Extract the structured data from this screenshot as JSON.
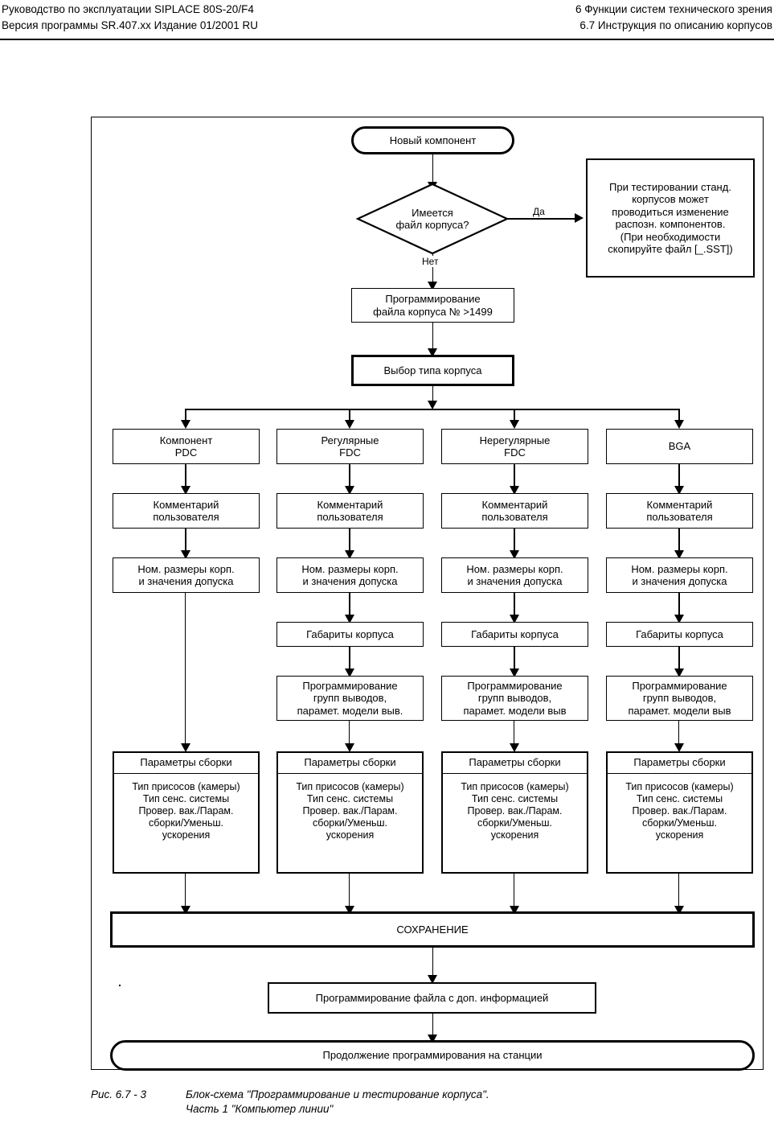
{
  "header": {
    "left_line1": "Руководство по эксплуатации SIPLACE 80S-20/F4",
    "left_line2": "Версия программы SR.407.xx  Издание 01/2001 RU",
    "right_line1": "6 Функции систем технического зрения",
    "right_line2": "6.7 Инструкция по описанию корпусов"
  },
  "flowchart": {
    "start": {
      "label": "Новый компонент"
    },
    "decision": {
      "line1": "Имеется",
      "line2": "файл корпуса?",
      "yes_label": "Да",
      "no_label": "Нет"
    },
    "note": {
      "line1": "При тестировании станд.",
      "line2": "корпусов может",
      "line3": "проводиться изменение",
      "line4": "распозн. компонентов.",
      "line5": "(При необходимости",
      "line6": "скопируйте файл [_.SST])"
    },
    "program_file": {
      "line1": "Программирование",
      "line2": "файла корпуса № >1499"
    },
    "select_type": {
      "label": "Выбор типа корпуса"
    },
    "columns": [
      {
        "type_line1": "Компонент",
        "type_line2": "PDC",
        "comment_line1": "Комментарий",
        "comment_line2": "пользователя",
        "dims_line1": "Ном. размеры корп.",
        "dims_line2": "и значения допуска",
        "outline": null,
        "pins_line1": null,
        "pins_line2": null,
        "pins_line3": null,
        "assembly_title": "Параметры сборки",
        "assembly_line1": "Тип присосов (камеры)",
        "assembly_line2": "Тип сенс. системы",
        "assembly_line3": "Провер. вак./Парам.",
        "assembly_line4": "сборки/Уменьш.",
        "assembly_line5": "ускорения"
      },
      {
        "type_line1": "Регулярные",
        "type_line2": "FDC",
        "comment_line1": "Комментарий",
        "comment_line2": "пользователя",
        "dims_line1": "Ном. размеры корп.",
        "dims_line2": "и значения допуска",
        "outline": "Габариты корпуса",
        "pins_line1": "Программирование",
        "pins_line2": "групп выводов,",
        "pins_line3": "парамет. модели выв.",
        "assembly_title": "Параметры сборки",
        "assembly_line1": "Тип присосов (камеры)",
        "assembly_line2": "Тип сенс. системы",
        "assembly_line3": "Провер. вак./Парам.",
        "assembly_line4": "сборки/Уменьш.",
        "assembly_line5": "ускорения"
      },
      {
        "type_line1": "Нерегулярные",
        "type_line2": "FDC",
        "comment_line1": "Комментарий",
        "comment_line2": "пользователя",
        "dims_line1": "Ном. размеры корп.",
        "dims_line2": "и значения допуска",
        "outline": "Габариты корпуса",
        "pins_line1": "Программирование",
        "pins_line2": "групп выводов,",
        "pins_line3": "парамет. модели выв",
        "assembly_title": "Параметры сборки",
        "assembly_line1": "Тип присосов (камеры)",
        "assembly_line2": "Тип сенс. системы",
        "assembly_line3": "Провер. вак./Парам.",
        "assembly_line4": "сборки/Уменьш.",
        "assembly_line5": "ускорения"
      },
      {
        "type_line1": "BGA",
        "type_line2": "",
        "comment_line1": "Комментарий",
        "comment_line2": "пользователя",
        "dims_line1": "Ном. размеры корп.",
        "dims_line2": "и значения допуска",
        "outline": "Габариты корпуса",
        "pins_line1": "Программирование",
        "pins_line2": "групп выводов,",
        "pins_line3": "парамет. модели выв",
        "assembly_title": "Параметры сборки",
        "assembly_line1": "Тип присосов (камеры)",
        "assembly_line2": "Тип сенс. системы",
        "assembly_line3": "Провер. вак./Парам.",
        "assembly_line4": "сборки/Уменьш.",
        "assembly_line5": "ускорения"
      }
    ],
    "save": {
      "label": "СОХРАНЕНИЕ"
    },
    "extra_info": {
      "label": "Программирование файла с доп. информацией"
    },
    "end": {
      "label": "Продолжение программирования на станции"
    }
  },
  "caption": {
    "number": "Рис. 6.7 - 3",
    "line1": "Блок-схема \"Программирование и тестирование корпуса\".",
    "line2": "Часть 1 \"Компьютер линии\""
  }
}
